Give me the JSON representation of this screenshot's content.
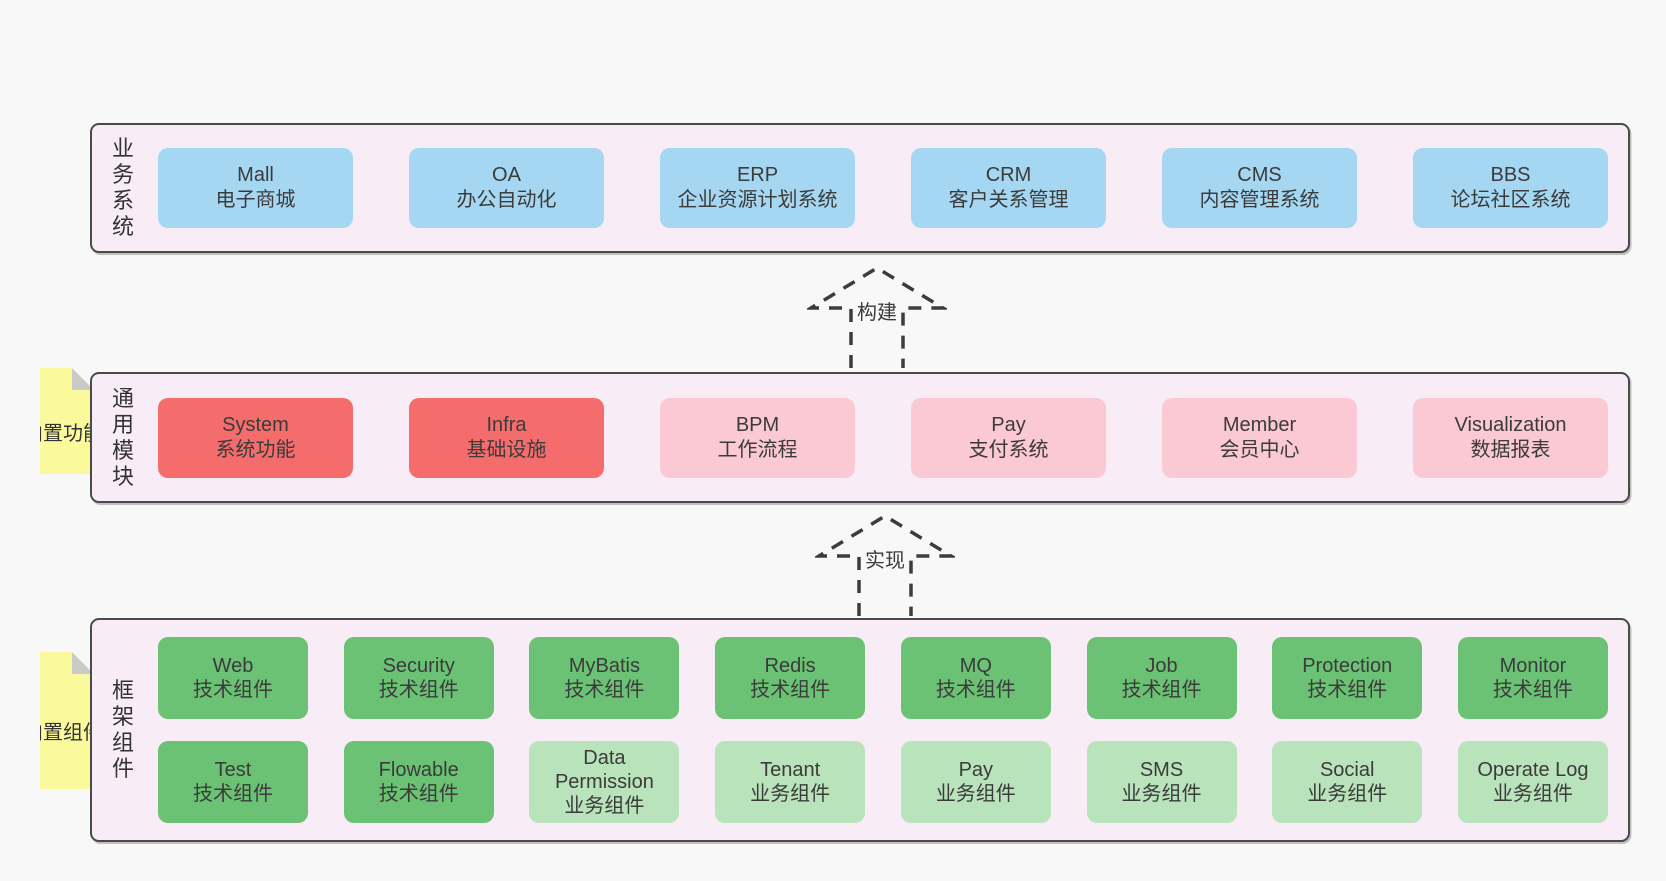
{
  "arrows": [
    {
      "label": "构建"
    },
    {
      "label": "实现"
    }
  ],
  "bands": [
    {
      "label": "业务系统",
      "boxes_rows": [
        [
          {
            "title": "Mall",
            "subtitle": "电子商城"
          },
          {
            "title": "OA",
            "subtitle": "办公自动化"
          },
          {
            "title": "ERP",
            "subtitle": "企业资源计划系统"
          },
          {
            "title": "CRM",
            "subtitle": "客户关系管理"
          },
          {
            "title": "CMS",
            "subtitle": "内容管理系统"
          },
          {
            "title": "BBS",
            "subtitle": "论坛社区系统"
          }
        ]
      ]
    },
    {
      "label": "通用模块",
      "sticky": "内置功能",
      "boxes_rows": [
        [
          {
            "title": "System",
            "subtitle": "系统功能"
          },
          {
            "title": "Infra",
            "subtitle": "基础设施"
          },
          {
            "title": "BPM",
            "subtitle": "工作流程"
          },
          {
            "title": "Pay",
            "subtitle": "支付系统"
          },
          {
            "title": "Member",
            "subtitle": "会员中心"
          },
          {
            "title": "Visualization",
            "subtitle": "数据报表"
          }
        ]
      ]
    },
    {
      "label": "框架组件",
      "sticky": "内置组件",
      "boxes_rows": [
        [
          {
            "title": "Web",
            "subtitle": "技术组件"
          },
          {
            "title": "Security",
            "subtitle": "技术组件"
          },
          {
            "title": "MyBatis",
            "subtitle": "技术组件"
          },
          {
            "title": "Redis",
            "subtitle": "技术组件"
          },
          {
            "title": "MQ",
            "subtitle": "技术组件"
          },
          {
            "title": "Job",
            "subtitle": "技术组件"
          },
          {
            "title": "Protection",
            "subtitle": "技术组件"
          },
          {
            "title": "Monitor",
            "subtitle": "技术组件"
          }
        ],
        [
          {
            "title": "Test",
            "subtitle": "技术组件"
          },
          {
            "title": "Flowable",
            "subtitle": "技术组件"
          },
          {
            "title": "Data Permission",
            "subtitle": "业务组件"
          },
          {
            "title": "Tenant",
            "subtitle": "业务组件"
          },
          {
            "title": "Pay",
            "subtitle": "业务组件"
          },
          {
            "title": "SMS",
            "subtitle": "业务组件"
          },
          {
            "title": "Social",
            "subtitle": "业务组件"
          },
          {
            "title": "Operate Log",
            "subtitle": "业务组件"
          }
        ]
      ]
    }
  ],
  "colors": {
    "page_bg": "#f8f8f8",
    "band_bg": "#f8edf6",
    "band_border": "#4a4a4a",
    "business_blue": "#a5d7f2",
    "core_red": "#f56c6c",
    "module_pink": "#fac9d3",
    "tech_green": "#6bc274",
    "biz_light_green": "#b9e3bb",
    "sticky_yellow": "#fafa9d",
    "fold_gray": "#c9c9c9",
    "text": "#3b3b3b"
  }
}
